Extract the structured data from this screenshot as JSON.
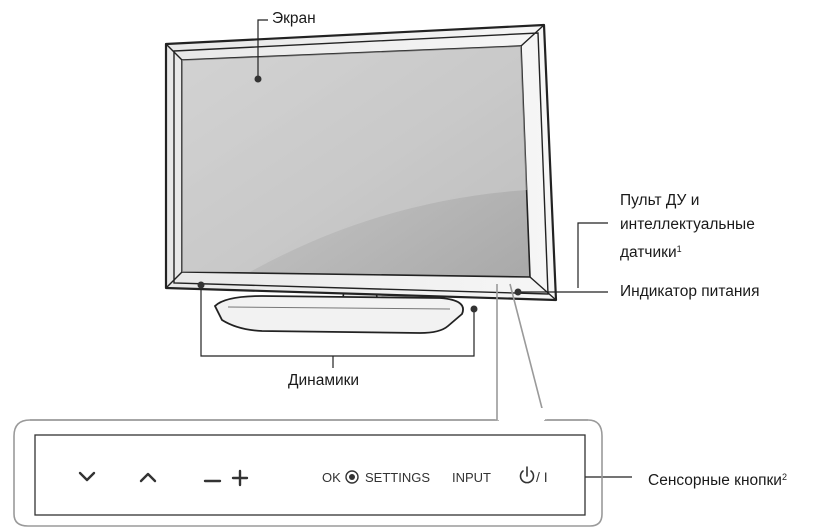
{
  "labels": {
    "screen": "Экран",
    "remote_sensor_line1": "Пульт ДУ и",
    "remote_sensor_line2": "интеллектуальные",
    "remote_sensor_line3": "датчики",
    "remote_sensor_sup": "1",
    "power_indicator": "Индикатор питания",
    "speakers": "Динамики",
    "touch_buttons": "Сенсорные кнопки",
    "touch_buttons_sup": "2"
  },
  "panel_buttons": {
    "down_icon": "chevron-down-icon",
    "up_icon": "chevron-up-icon",
    "minus_icon": "minus-icon",
    "plus_icon": "plus-icon",
    "ok_label": "OK",
    "ok_icon": "radio-dot-icon",
    "settings_label": "SETTINGS",
    "input_label": "INPUT",
    "power_icon": "power-icon",
    "power_separator": "/ I"
  }
}
